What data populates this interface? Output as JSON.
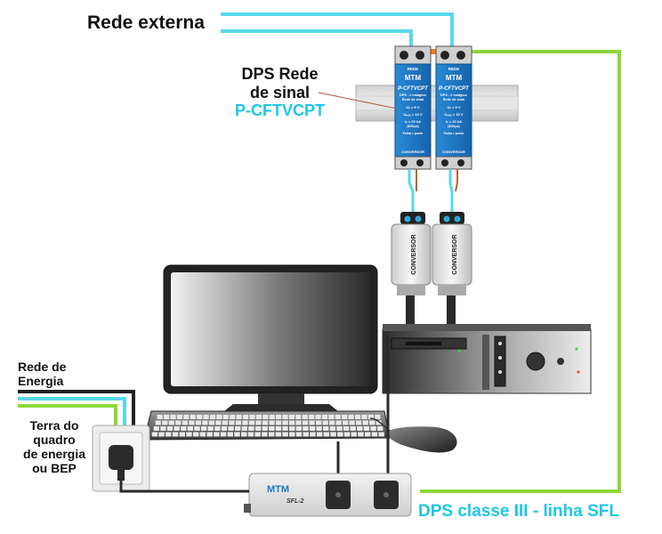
{
  "labels": {
    "external_network": "Rede externa",
    "dps_title_line1": "DPS Rede",
    "dps_title_line2": "de sinal",
    "dps_model": "P-CFTVCPT",
    "energy_network_line1": "Rede de",
    "energy_network_line2": "Energia",
    "ground_line1": "Terra do",
    "ground_line2": "quadro",
    "ground_line3": "de energia",
    "ground_line4": "ou BEP",
    "dps_class3": "DPS classe III - linha SFL"
  },
  "module": {
    "brand": "MTM",
    "header": "REDE",
    "model": "P-CFTVCPT",
    "desc1": "DPS - 2 estágios",
    "desc2": "Rede de sinal",
    "spec1": "Uₙ = 9 V",
    "spec2": "Uₘₐₓ = 15 V",
    "spec3": "Iₙ = 20 kA",
    "spec4": "(8/20μs)",
    "spec5": "Falha = ponte",
    "footer": "CONVERSOR"
  },
  "converter": {
    "label": "CONVERSOR"
  },
  "power_strip": {
    "brand": "MTM",
    "model": "SFL-2"
  },
  "colors": {
    "signal_cable": "#5ad8ea",
    "ground_cable": "#8ed63a",
    "module_blue": "#1f78c8",
    "dps_label": "#1fc6e6",
    "terminal_orange": "#f07a1c"
  }
}
